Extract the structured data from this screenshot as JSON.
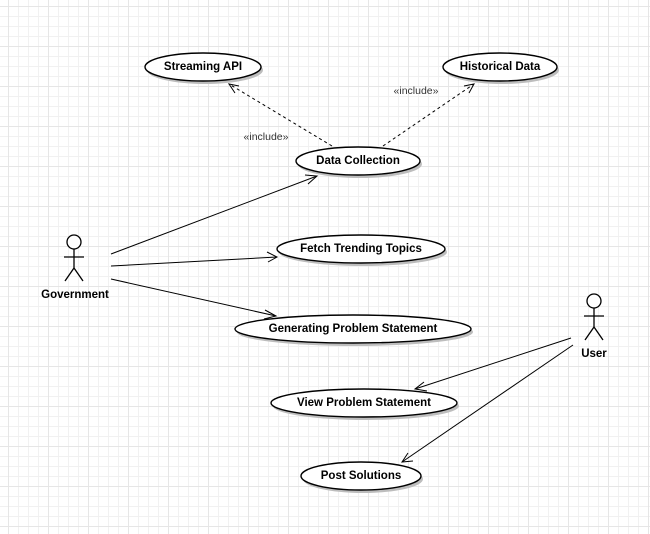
{
  "actors": {
    "government": {
      "label": "Government"
    },
    "user": {
      "label": "User"
    }
  },
  "use_cases": {
    "streaming_api": {
      "label": "Streaming API"
    },
    "historical_data": {
      "label": "Historical Data"
    },
    "data_collection": {
      "label": "Data Collection"
    },
    "fetch_trending_topics": {
      "label": "Fetch Trending Topics"
    },
    "generating_problem_statement": {
      "label": "Generating Problem Statement"
    },
    "view_problem_statement": {
      "label": "View Problem Statement"
    },
    "post_solutions": {
      "label": "Post Solutions"
    }
  },
  "relations": {
    "include_streaming": {
      "label": "«include»"
    },
    "include_historical": {
      "label": "«include»"
    }
  }
}
